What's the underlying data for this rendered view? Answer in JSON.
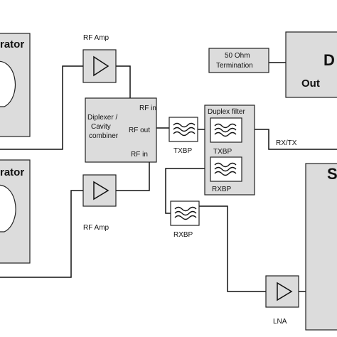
{
  "labels": {
    "gen_top": "rator",
    "gen_bottom": "rator",
    "rf_amp_top": "RF Amp",
    "rf_amp_bottom": "RF Amp",
    "diplexer_line1": "Diplexer /",
    "diplexer_line2": "Cavity",
    "diplexer_line3": "combiner",
    "rf_in_top": "RF in",
    "rf_out": "RF out",
    "rf_in_bottom": "RF in",
    "txbp": "TXBP",
    "rxbp": "RXBP",
    "duplex_filter": "Duplex filter",
    "duplex_txbp": "TXBP",
    "duplex_rxbp": "RXBP",
    "termination_line1": "50 Ohm",
    "termination_line2": "Termination",
    "dut_letter": "D",
    "dut_out": "Out",
    "rx_tx": "RX/TX",
    "right_bottom_letter": "S",
    "lna": "LNA"
  },
  "colors": {
    "block_fill": "#dcdcdc",
    "line": "#111111",
    "background": "#ffffff"
  }
}
